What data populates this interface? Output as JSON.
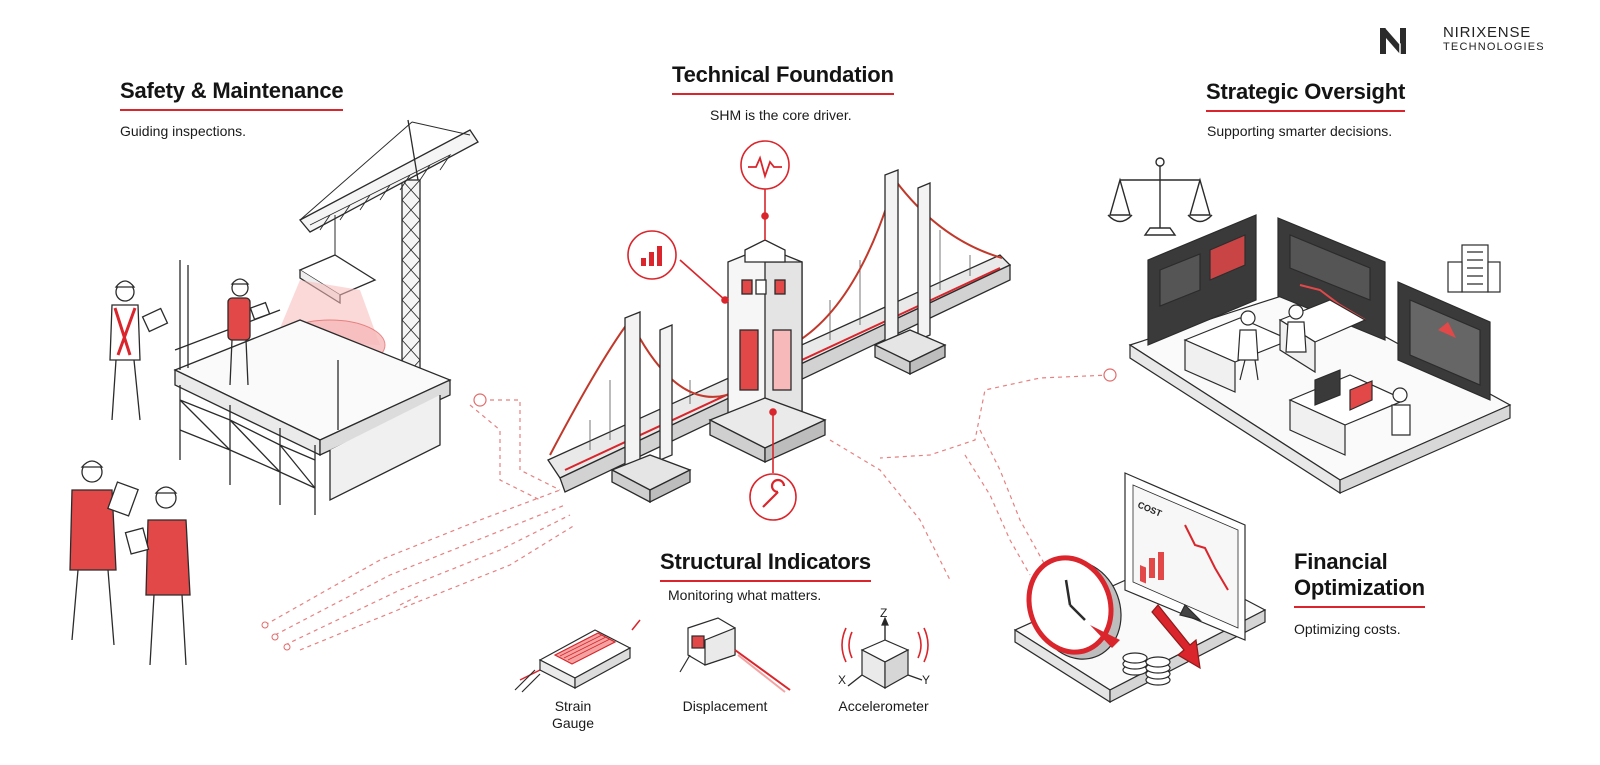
{
  "brand": {
    "name": "NIRIXENSE",
    "subtitle": "TECHNOLOGIES",
    "accent": "#d9252b",
    "ink": "#2b2b2b"
  },
  "sections": {
    "safety": {
      "title": "Safety & Maintenance",
      "subtitle": "Guiding inspections."
    },
    "technical": {
      "title": "Technical Foundation",
      "subtitle": "SHM is the core driver."
    },
    "strategic": {
      "title": "Strategic Oversight",
      "subtitle": "Supporting smarter decisions."
    },
    "structural": {
      "title": "Structural Indicators",
      "subtitle": "Monitoring what matters."
    },
    "financial": {
      "title_line1": "Financial",
      "title_line2": "Optimization",
      "subtitle": "Optimizing costs."
    }
  },
  "sensors": [
    {
      "name": "Strain\nGauge",
      "icon": "strain-gauge-icon"
    },
    {
      "name": "Displacement",
      "icon": "displacement-sensor-icon"
    },
    {
      "name": "Accelerometer",
      "icon": "accelerometer-icon"
    }
  ],
  "accelerometer_axes": {
    "x": "X",
    "y": "Y",
    "z": "Z"
  },
  "bridge_callouts": [
    {
      "icon": "heartbeat-icon"
    },
    {
      "icon": "bar-chart-icon"
    },
    {
      "icon": "wrench-icon"
    }
  ],
  "monitor_text": {
    "cost": "COST"
  }
}
